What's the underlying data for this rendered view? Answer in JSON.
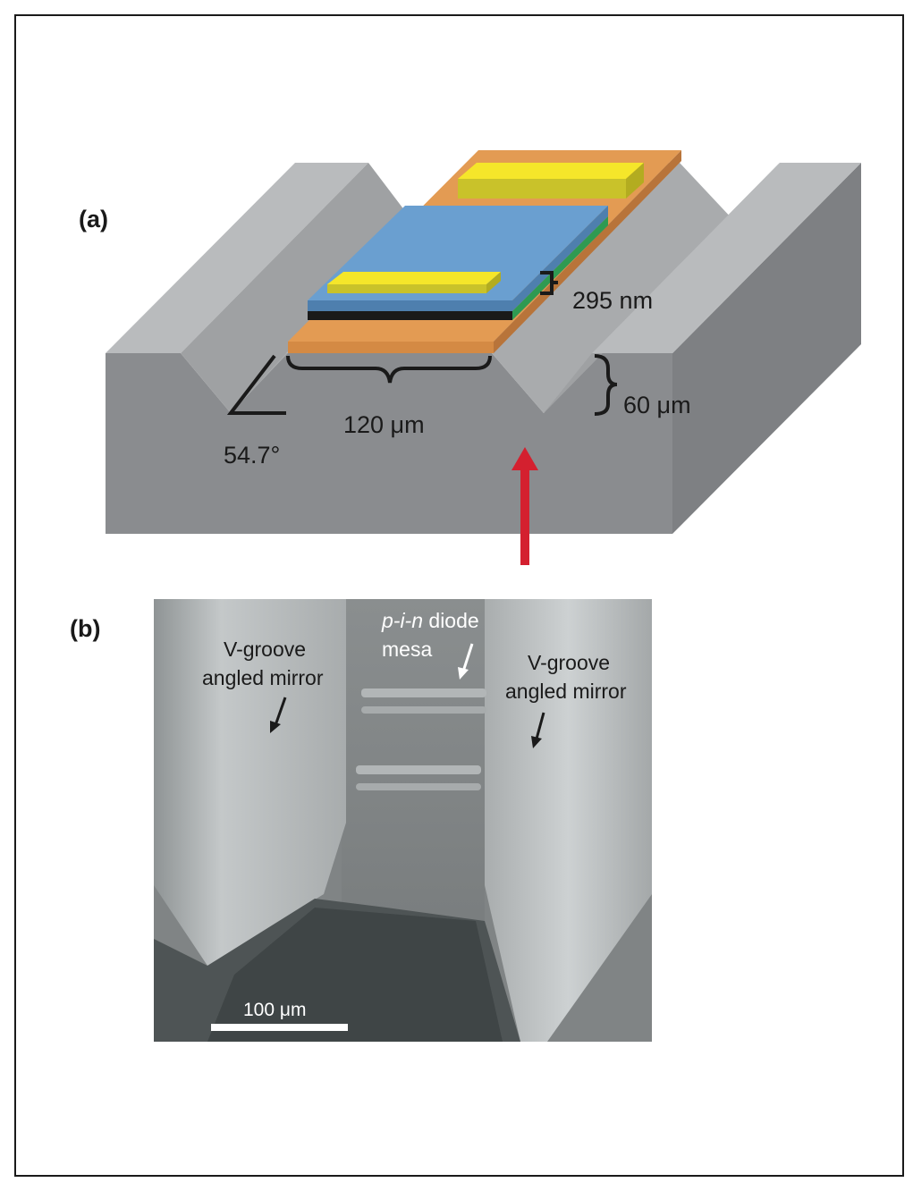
{
  "panel_a": {
    "label": "(a)",
    "thickness_label": "295 nm",
    "width_label": "120 μm",
    "depth_label": "60 μm",
    "angle_label": "54.7°"
  },
  "panel_b": {
    "label": "(b)",
    "left_mirror_line1": "V-groove",
    "left_mirror_line2": "angled mirror",
    "mesa_italic": "p-i-n",
    "mesa_rest": " diode",
    "mesa_line2": "mesa",
    "right_mirror_line1": "V-groove",
    "right_mirror_line2": "angled mirror",
    "scale_label": "100 μm"
  },
  "colors": {
    "substrate_front": "#8a8c8f",
    "substrate_top": "#b8babc",
    "groove_wall": "#a2a4a6",
    "contact_layer": "#e39b53",
    "mesa_top": "#6a9fd0",
    "electrode": "#f5e62a",
    "light_arrow": "#d4202f"
  }
}
